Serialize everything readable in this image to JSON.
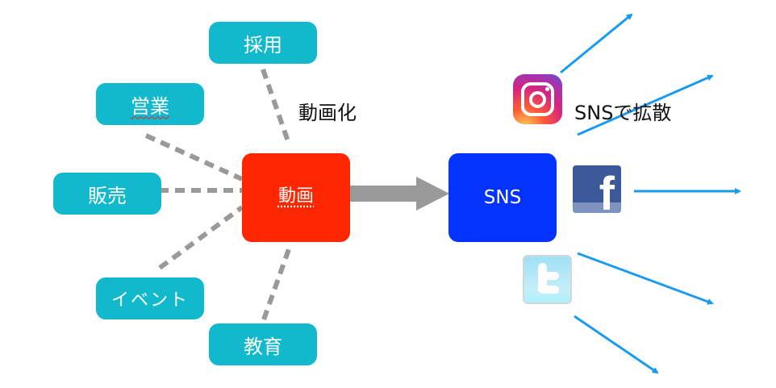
{
  "colors": {
    "category_node": "#12b9cc",
    "video_node": "#ff2600",
    "sns_node": "#0433ff",
    "connector": "#999999",
    "spread_arrow": "#1a9bf0"
  },
  "categories": [
    {
      "id": "recruit",
      "label": "採用"
    },
    {
      "id": "sales",
      "label": "営業"
    },
    {
      "id": "retail",
      "label": "販売"
    },
    {
      "id": "event",
      "label": "イベント"
    },
    {
      "id": "education",
      "label": "教育"
    }
  ],
  "video_node": {
    "label": "動画"
  },
  "video_caption": "動画化",
  "sns_node": {
    "label": "SNS"
  },
  "sns_caption": "SNSで拡散",
  "sns_icons": [
    {
      "name": "instagram-icon",
      "label": "Instagram"
    },
    {
      "name": "facebook-icon",
      "label": "Facebook"
    },
    {
      "name": "twitter-icon",
      "label": "Twitter"
    }
  ]
}
